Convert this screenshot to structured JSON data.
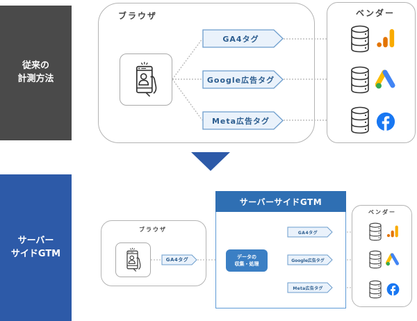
{
  "top_section": {
    "side_label": "従来の\n計測方法",
    "side_color": "#4a4a4a",
    "browser": {
      "title": "ブラウザ",
      "device_icon": "smartphone-user-icon",
      "tags": [
        "GA4タグ",
        "Google広告タグ",
        "Meta広告タグ"
      ]
    },
    "vendor": {
      "title": "ベンダー",
      "items": [
        {
          "server_icon": "database-server-icon",
          "brand_icon": "google-analytics-icon"
        },
        {
          "server_icon": "database-server-icon",
          "brand_icon": "google-ads-icon"
        },
        {
          "server_icon": "database-server-icon",
          "brand_icon": "facebook-icon"
        }
      ]
    }
  },
  "transition_arrow": {
    "icon": "down-triangle-arrow-icon",
    "color": "#2d5aa8"
  },
  "bottom_section": {
    "side_label": "サーバー\nサイドGTM",
    "side_color": "#2d5aa8",
    "browser": {
      "title": "ブラウザ",
      "device_icon": "smartphone-user-icon",
      "tag": "GA4タグ"
    },
    "gtm": {
      "title": "サーバーサイドGTM",
      "header_color": "#2f6fb3",
      "processor": "データの\n収集・処理",
      "tags": [
        "GA4タグ",
        "Google広告タグ",
        "Meta広告タグ"
      ]
    },
    "vendor": {
      "title": "ベンダー",
      "items": [
        {
          "server_icon": "database-server-icon",
          "brand_icon": "google-analytics-icon"
        },
        {
          "server_icon": "database-server-icon",
          "brand_icon": "google-ads-icon"
        },
        {
          "server_icon": "database-server-icon",
          "brand_icon": "facebook-icon"
        }
      ]
    }
  },
  "colors": {
    "tag_fill": "#eaf2fb",
    "tag_border": "#6b9ccc",
    "tag_text": "#2c5d8f",
    "ga_orange": "#e37400",
    "ga_yellow": "#f9ab00",
    "ads_blue": "#4285f4",
    "ads_yellow": "#fbbc04",
    "ads_green": "#34a853",
    "facebook_blue": "#1877f2"
  }
}
